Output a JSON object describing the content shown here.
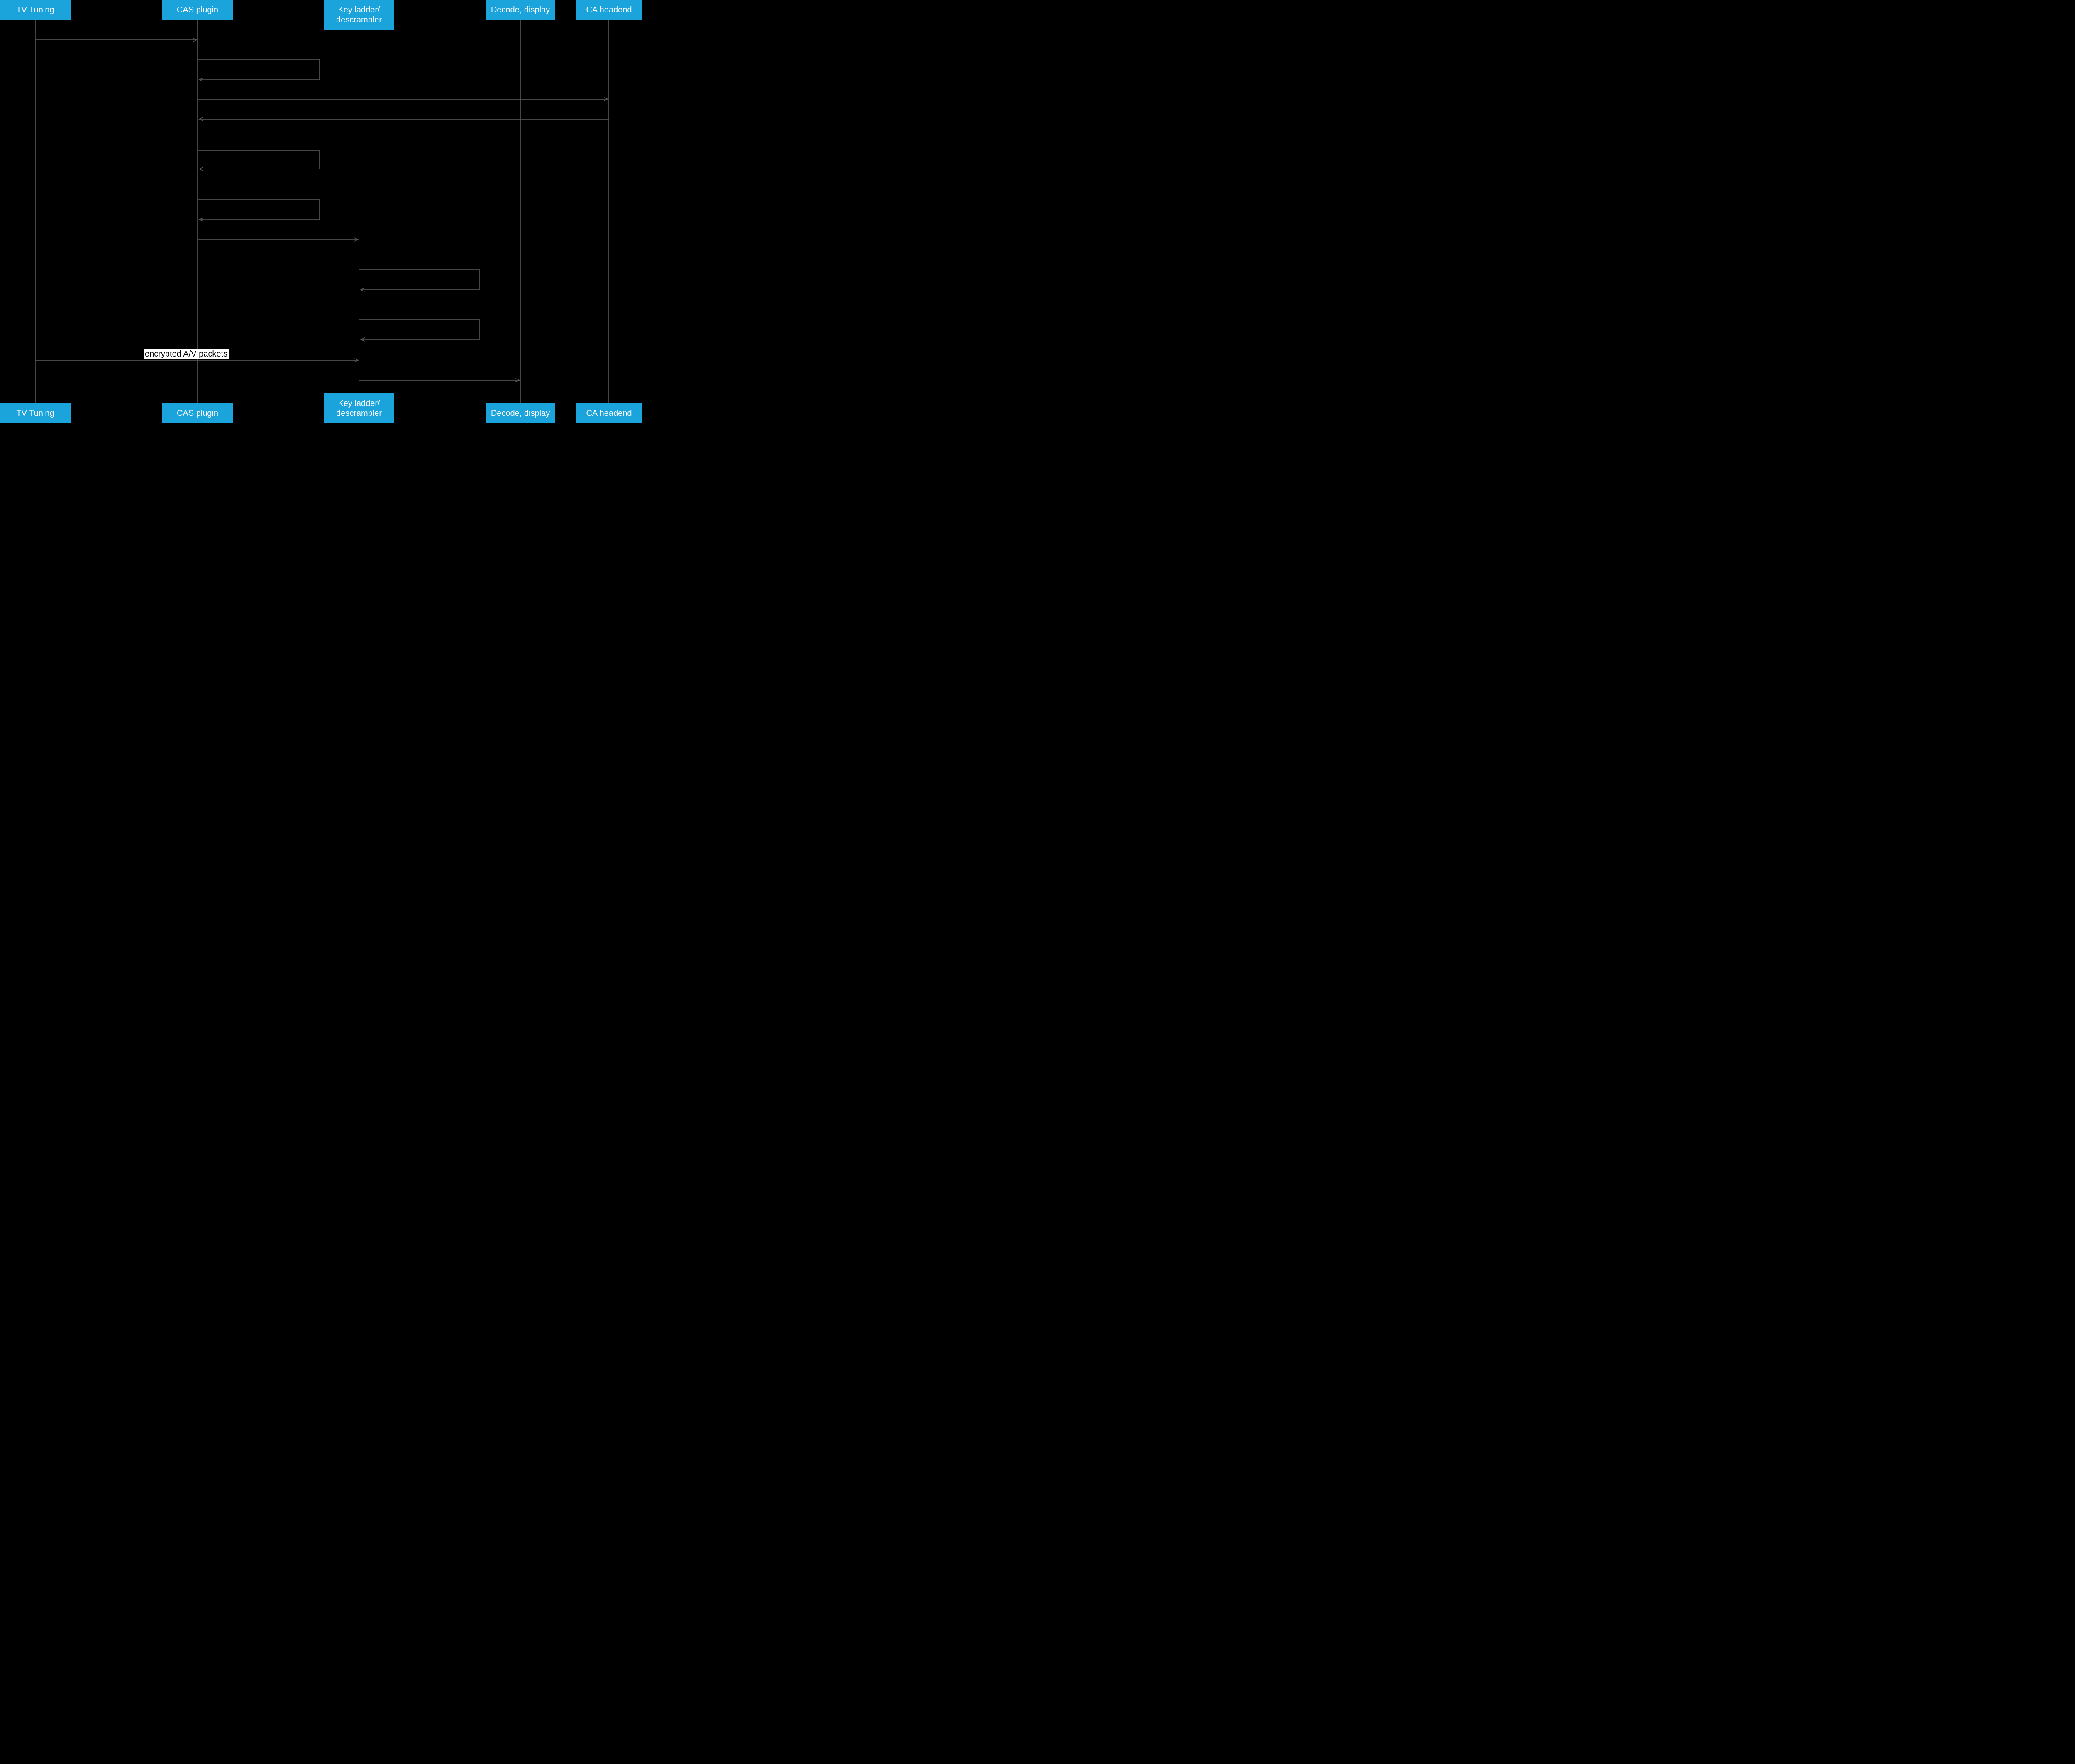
{
  "diagram": {
    "title": "CAS key ladder sequence diagram",
    "colors": {
      "background": "#000000",
      "participant_fill": "#1ba4dc",
      "participant_text": "#ffffff",
      "line": "#5c5c5c",
      "message_label_bg": "#ffffff",
      "message_label_text": "#000000"
    },
    "participants": [
      {
        "id": "tv-tuning",
        "label": "TV Tuning"
      },
      {
        "id": "cas-plugin",
        "label": "CAS plugin"
      },
      {
        "id": "key-ladder",
        "label": "Key ladder/\ndescrambler"
      },
      {
        "id": "decode-display",
        "label": "Decode, display"
      },
      {
        "id": "ca-headend",
        "label": "CA headend"
      }
    ],
    "messages": [
      {
        "id": "encrypted-av-packets",
        "label": "encrypted A/V packets",
        "from": "TV Tuning",
        "to": "Key ladder/descrambler"
      }
    ]
  }
}
